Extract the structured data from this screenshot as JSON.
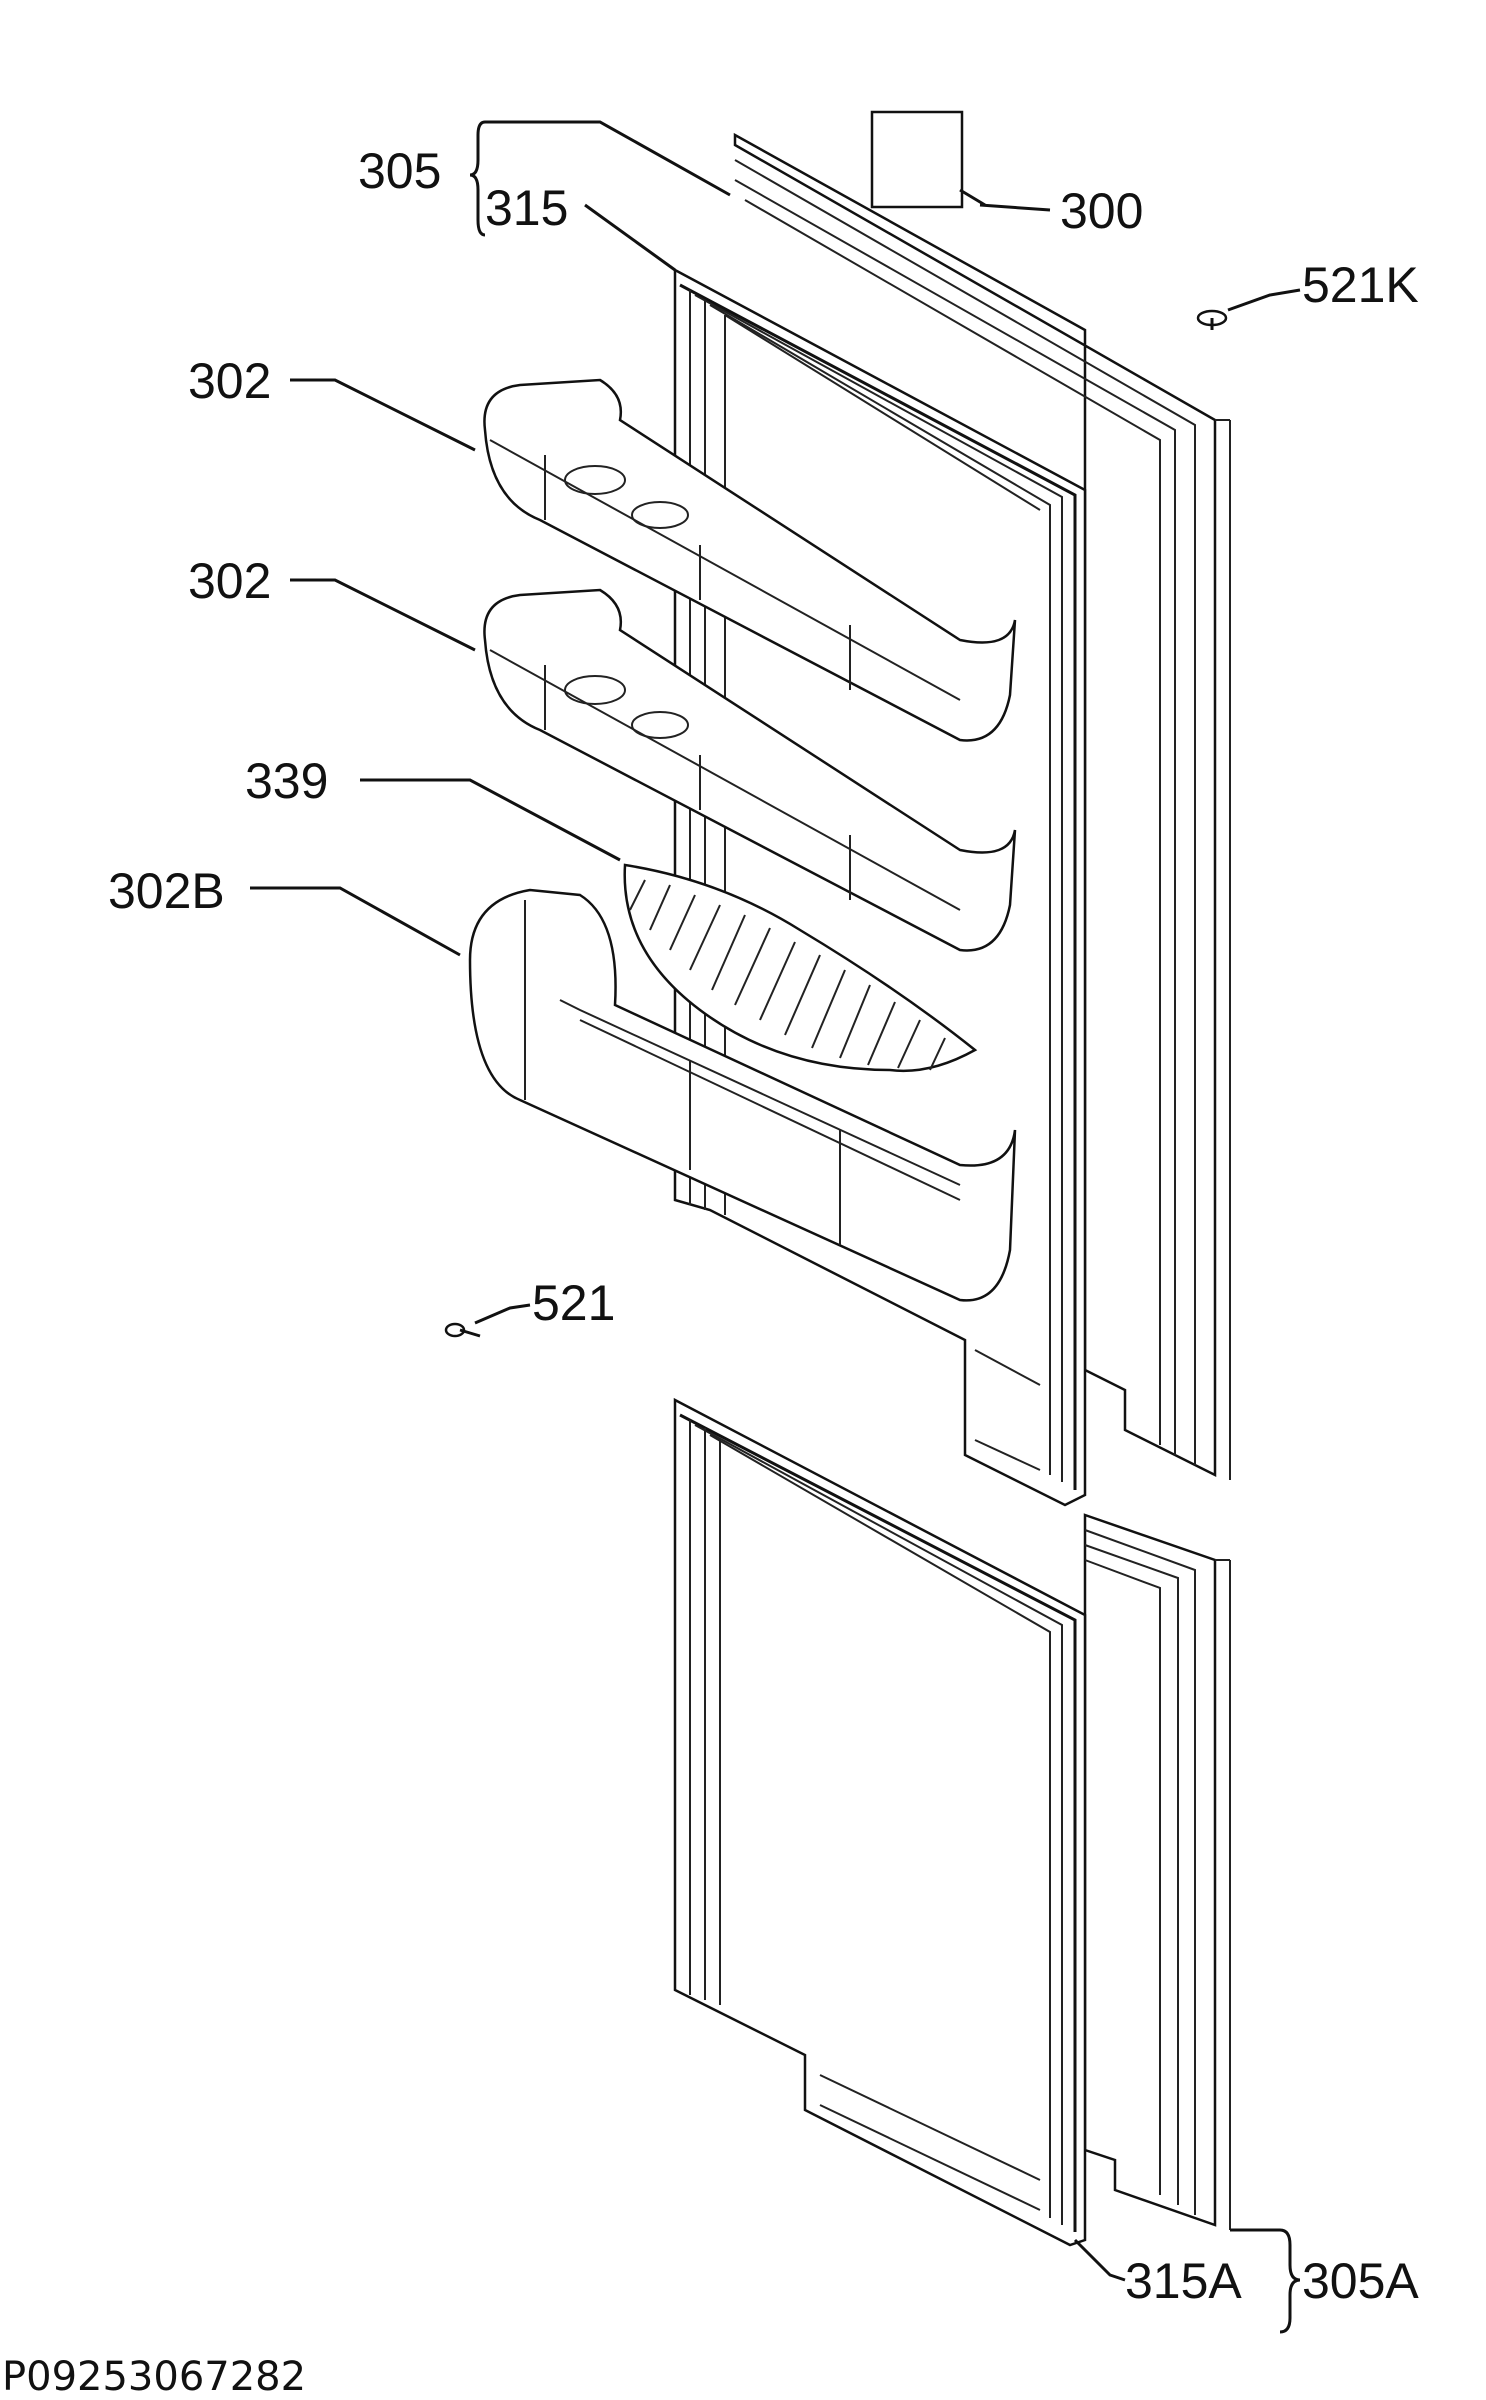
{
  "labels": {
    "l305": "305",
    "l315": "315",
    "l300": "300",
    "l521k": "521K",
    "l302a": "302",
    "l302b": "302",
    "l339": "339",
    "l302B": "302B",
    "l521": "521",
    "l305A": "305A",
    "l315A": "315A"
  },
  "footer": {
    "code": "P09253067282"
  }
}
